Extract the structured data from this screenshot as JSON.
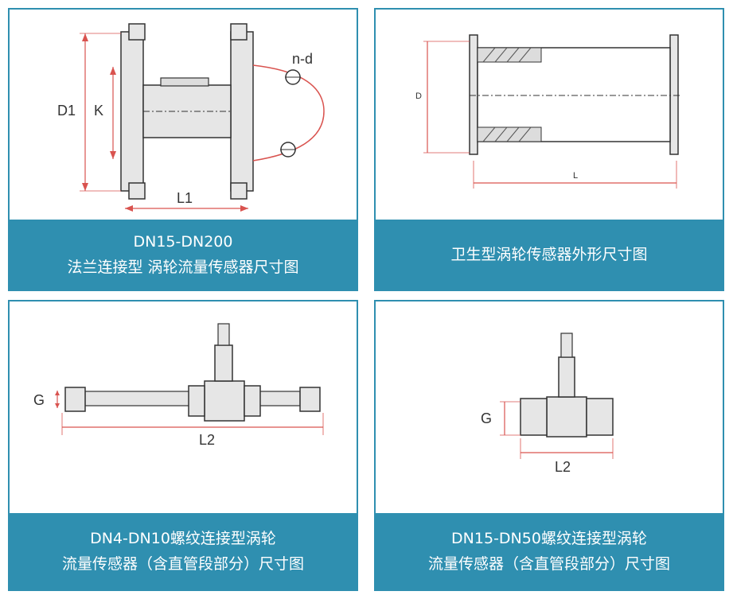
{
  "panels": [
    {
      "caption_lines": [
        "DN15-DN200",
        "法兰连接型 涡轮流量传感器尺寸图"
      ],
      "dim_labels": {
        "d1": "D1",
        "k": "K",
        "nd": "n-d",
        "l1": "L1"
      }
    },
    {
      "caption_lines": [
        "卫生型涡轮传感器外形尺寸图"
      ],
      "dim_labels": {
        "d": "D",
        "l": "L"
      }
    },
    {
      "caption_lines": [
        "DN4-DN10螺纹连接型涡轮",
        "流量传感器（含直管段部分）尺寸图"
      ],
      "dim_labels": {
        "g": "G",
        "l2": "L2"
      }
    },
    {
      "caption_lines": [
        "DN15-DN50螺纹连接型涡轮",
        "流量传感器（含直管段部分）尺寸图"
      ],
      "dim_labels": {
        "g": "G",
        "l2": "L2"
      }
    }
  ],
  "colors": {
    "accent": "#2f8fb0",
    "dimension": "#d9534f",
    "outline": "#333333",
    "body_fill": "#e6e6e6"
  }
}
